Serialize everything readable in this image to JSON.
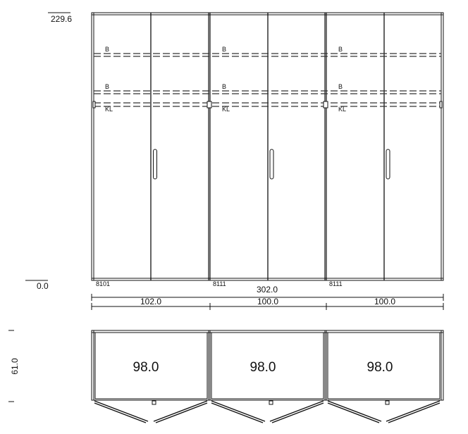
{
  "elevation": {
    "height_top": "229.6",
    "height_bottom": "0.0",
    "overall_width": "302.0",
    "section_widths": [
      "102.0",
      "100.0",
      "100.0"
    ],
    "module_codes": [
      "8101",
      "8111",
      "8111"
    ],
    "shelf_labels": [
      "B",
      "B",
      "KL"
    ],
    "shelf_count": 3,
    "door_count": 6
  },
  "plan": {
    "depth": "61.0",
    "cabinet_widths": [
      "98.0",
      "98.0",
      "98.0"
    ]
  },
  "colors": {
    "line": "#111111",
    "dash": "#333333",
    "background": "#ffffff"
  }
}
